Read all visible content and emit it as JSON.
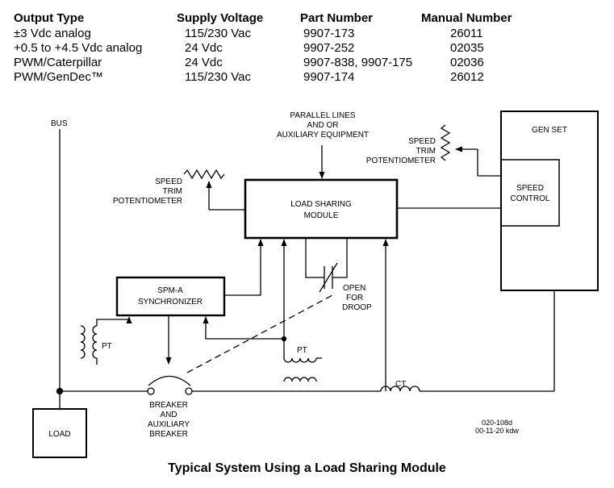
{
  "table": {
    "headers": [
      "Output Type",
      "Supply Voltage",
      "Part Number",
      "Manual Number"
    ],
    "rows": [
      [
        "±3 Vdc analog",
        "115/230 Vac",
        "9907-173",
        "26011"
      ],
      [
        "+0.5 to +4.5 Vdc analog",
        "24 Vdc",
        "9907-252",
        "02035"
      ],
      [
        "PWM/Caterpillar",
        "24 Vdc",
        "9907-838, 9907-175",
        "02036"
      ],
      [
        "PWM/GenDec™",
        "115/230 Vac",
        "9907-174",
        "26012"
      ]
    ]
  },
  "diagram": {
    "bus": "BUS",
    "parallel_lines": [
      "PARALLEL LINES",
      "AND  OR",
      "AUXILIARY  EQUIPMENT"
    ],
    "speed_trim_left": [
      "SPEED",
      "TRIM",
      "POTENTIOMETER"
    ],
    "speed_trim_right": [
      "SPEED",
      "TRIM",
      "POTENTIOMETER"
    ],
    "load_sharing": [
      "LOAD SHARING",
      "MODULE"
    ],
    "gen_set": "GEN  SET",
    "speed_control": [
      "SPEED",
      "CONTROL"
    ],
    "spm": [
      "SPM-A",
      "SYNCHRONIZER"
    ],
    "open_droop": [
      "OPEN",
      "FOR",
      "DROOP"
    ],
    "pt_left": "PT",
    "pt_mid": "PT",
    "ct": "CT",
    "breaker": [
      "BREAKER",
      "AND",
      "AUXILIARY",
      "BREAKER"
    ],
    "load": "LOAD",
    "ref": [
      "020-108d",
      "00-11-20  kdw"
    ]
  },
  "caption": "Typical System Using a Load Sharing Module"
}
